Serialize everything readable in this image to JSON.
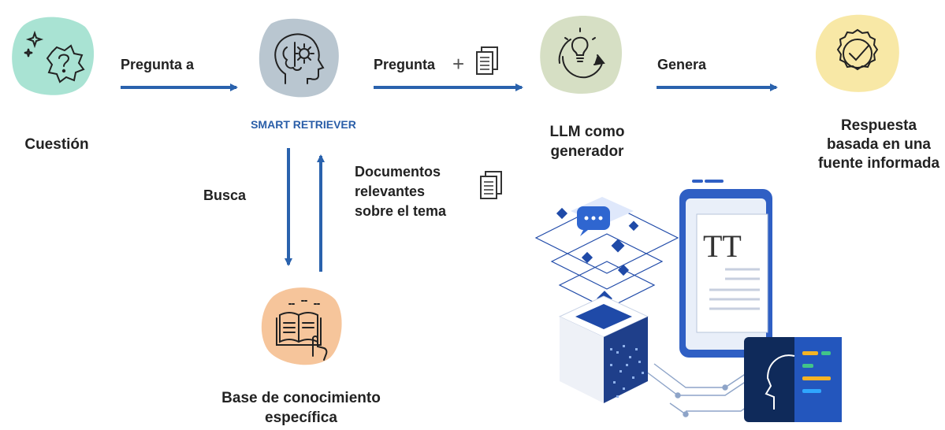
{
  "colors": {
    "arrow": "#2a62ad",
    "retriever_text": "#2a5ea8",
    "blob_question": "#a9e3d3",
    "blob_retriever": "#b9c6d0",
    "blob_llm": "#d6dfc4",
    "blob_answer": "#f8e8a6",
    "blob_knowledge": "#f6c59b",
    "panel_navy": "#0f2a5a"
  },
  "nodes": {
    "question": {
      "label": "Cuestión",
      "icon": "sparkle-question-icon"
    },
    "retriever": {
      "label": "SMART RETRIEVER",
      "icon": "brain-gear-head-icon"
    },
    "llm": {
      "label_line1": "LLM como",
      "label_line2": "generador",
      "icon": "lightbulb-cycle-icon"
    },
    "answer": {
      "label_line1": "Respuesta",
      "label_line2": "basada en una",
      "label_line3": "fuente informada",
      "icon": "check-badge-icon"
    },
    "knowledge": {
      "label_line1": "Base de conocimiento",
      "label_line2": "específica",
      "icon": "book-touch-icon"
    }
  },
  "arrows": {
    "to_retriever": "Pregunta a",
    "to_llm": "Pregunta",
    "plus": "+",
    "to_answer": "Genera",
    "search": "Busca",
    "docs_line1": "Documentos",
    "docs_line2": "relevantes",
    "docs_line3": "sobre el tema"
  },
  "illustration": {
    "phone_text": "TT",
    "icons": [
      "chat-bubble-icon",
      "data-cube-icon",
      "phone-document-icon",
      "ai-head-icon"
    ]
  }
}
